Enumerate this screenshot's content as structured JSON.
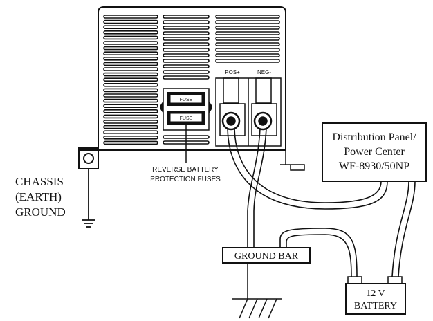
{
  "unit": {
    "fuse_label": "FUSE",
    "pos_label": "POS+",
    "neg_label": "NEG-"
  },
  "fuses_caption": {
    "line1": "REVERSE BATTERY",
    "line2": "PROTECTION FUSES"
  },
  "chassis_ground": {
    "line1": "CHASSIS",
    "line2": "(EARTH)",
    "line3": "GROUND"
  },
  "distribution_panel": {
    "line1": "Distribution Panel/",
    "line2": "Power Center",
    "line3": "WF-8930/50NP"
  },
  "ground_bar": {
    "label": "GROUND BAR"
  },
  "battery": {
    "line1": "12 V",
    "line2": "BATTERY"
  }
}
